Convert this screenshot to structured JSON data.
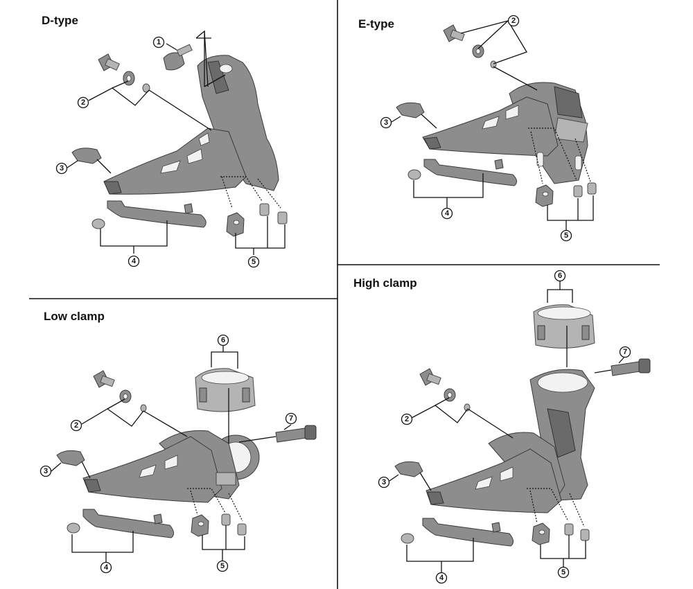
{
  "panels": [
    {
      "id": "d-type",
      "title": "D-type"
    },
    {
      "id": "e-type",
      "title": "E-type"
    },
    {
      "id": "low-clamp",
      "title": "Low clamp"
    },
    {
      "id": "high-clamp",
      "title": "High clamp"
    }
  ],
  "callouts": {
    "c1": "1",
    "c2": "2",
    "c3": "3",
    "c4": "4",
    "c5": "5",
    "c6": "6",
    "c7": "7"
  },
  "colors": {
    "part": "#8d8d8d",
    "part_dark": "#6a6a6a",
    "line": "#111111"
  }
}
